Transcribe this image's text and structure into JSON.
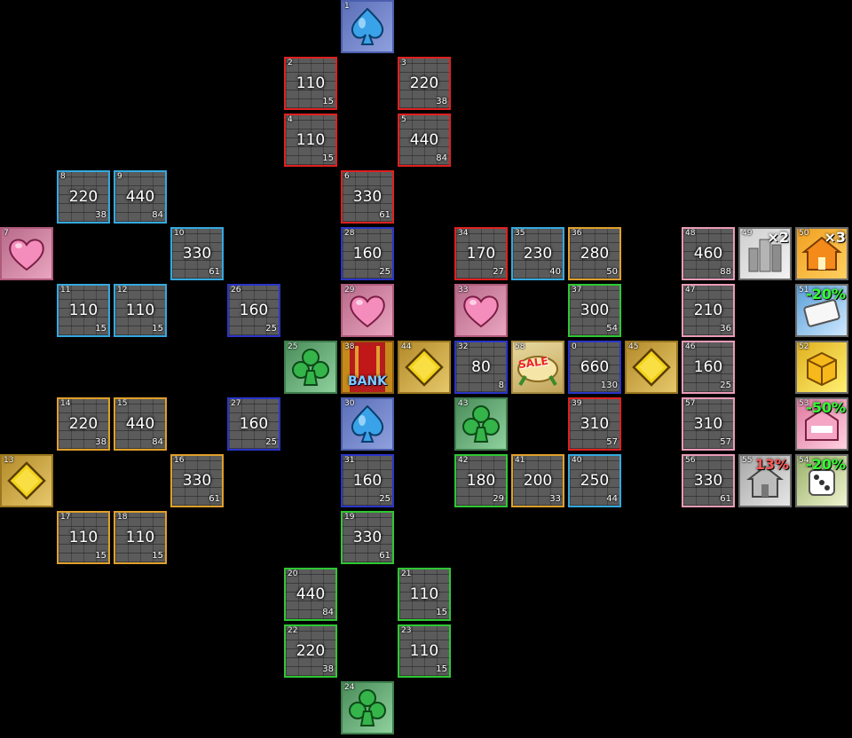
{
  "colors": {
    "red": "#e02020",
    "sky": "#34a9df",
    "navy": "#2a35c8",
    "gold": "#e0a02a",
    "green": "#2ec833",
    "pink": "#ec9bb8",
    "special_border": "#5a7"
  },
  "tiles": [
    {
      "num": "0",
      "kind": "property",
      "group": "navy",
      "price": "660",
      "toll": "130"
    },
    {
      "num": "1",
      "kind": "spade"
    },
    {
      "num": "2",
      "kind": "property",
      "group": "red",
      "price": "110",
      "toll": "15"
    },
    {
      "num": "3",
      "kind": "property",
      "group": "red",
      "price": "220",
      "toll": "38"
    },
    {
      "num": "4",
      "kind": "property",
      "group": "red",
      "price": "110",
      "toll": "15"
    },
    {
      "num": "5",
      "kind": "property",
      "group": "red",
      "price": "440",
      "toll": "84"
    },
    {
      "num": "6",
      "kind": "property",
      "group": "red",
      "price": "330",
      "toll": "61"
    },
    {
      "num": "7",
      "kind": "heart"
    },
    {
      "num": "8",
      "kind": "property",
      "group": "sky",
      "price": "220",
      "toll": "38"
    },
    {
      "num": "9",
      "kind": "property",
      "group": "sky",
      "price": "440",
      "toll": "84"
    },
    {
      "num": "10",
      "kind": "property",
      "group": "sky",
      "price": "330",
      "toll": "61"
    },
    {
      "num": "11",
      "kind": "property",
      "group": "sky",
      "price": "110",
      "toll": "15"
    },
    {
      "num": "12",
      "kind": "property",
      "group": "sky",
      "price": "110",
      "toll": "15"
    },
    {
      "num": "13",
      "kind": "diamond"
    },
    {
      "num": "14",
      "kind": "property",
      "group": "gold",
      "price": "220",
      "toll": "38"
    },
    {
      "num": "15",
      "kind": "property",
      "group": "gold",
      "price": "440",
      "toll": "84"
    },
    {
      "num": "16",
      "kind": "property",
      "group": "gold",
      "price": "330",
      "toll": "61"
    },
    {
      "num": "17",
      "kind": "property",
      "group": "gold",
      "price": "110",
      "toll": "15"
    },
    {
      "num": "18",
      "kind": "property",
      "group": "gold",
      "price": "110",
      "toll": "15"
    },
    {
      "num": "19",
      "kind": "property",
      "group": "green",
      "price": "330",
      "toll": "61"
    },
    {
      "num": "20",
      "kind": "property",
      "group": "green",
      "price": "440",
      "toll": "84"
    },
    {
      "num": "21",
      "kind": "property",
      "group": "green",
      "price": "110",
      "toll": "15"
    },
    {
      "num": "22",
      "kind": "property",
      "group": "green",
      "price": "220",
      "toll": "38"
    },
    {
      "num": "23",
      "kind": "property",
      "group": "green",
      "price": "110",
      "toll": "15"
    },
    {
      "num": "24",
      "kind": "club"
    },
    {
      "num": "25",
      "kind": "club"
    },
    {
      "num": "26",
      "kind": "property",
      "group": "navy",
      "price": "160",
      "toll": "25"
    },
    {
      "num": "27",
      "kind": "property",
      "group": "navy",
      "price": "160",
      "toll": "25"
    },
    {
      "num": "28",
      "kind": "property",
      "group": "navy",
      "price": "160",
      "toll": "25"
    },
    {
      "num": "29",
      "kind": "heart"
    },
    {
      "num": "30",
      "kind": "spade"
    },
    {
      "num": "31",
      "kind": "property",
      "group": "navy",
      "price": "160",
      "toll": "25"
    },
    {
      "num": "32",
      "kind": "property",
      "group": "navy",
      "price": "80",
      "toll": "8"
    },
    {
      "num": "33",
      "kind": "heart"
    },
    {
      "num": "34",
      "kind": "property",
      "group": "red",
      "price": "170",
      "toll": "27"
    },
    {
      "num": "35",
      "kind": "property",
      "group": "sky",
      "price": "230",
      "toll": "40"
    },
    {
      "num": "36",
      "kind": "property",
      "group": "gold",
      "price": "280",
      "toll": "50"
    },
    {
      "num": "37",
      "kind": "property",
      "group": "green",
      "price": "300",
      "toll": "54"
    },
    {
      "num": "38",
      "kind": "bank",
      "label": "BANK"
    },
    {
      "num": "39",
      "kind": "property",
      "group": "red",
      "price": "310",
      "toll": "57"
    },
    {
      "num": "40",
      "kind": "property",
      "group": "sky",
      "price": "250",
      "toll": "44"
    },
    {
      "num": "41",
      "kind": "property",
      "group": "gold",
      "price": "200",
      "toll": "33"
    },
    {
      "num": "42",
      "kind": "property",
      "group": "green",
      "price": "180",
      "toll": "29"
    },
    {
      "num": "43",
      "kind": "club"
    },
    {
      "num": "44",
      "kind": "diamond"
    },
    {
      "num": "45",
      "kind": "diamond"
    },
    {
      "num": "46",
      "kind": "property",
      "group": "pink",
      "price": "160",
      "toll": "25"
    },
    {
      "num": "47",
      "kind": "property",
      "group": "pink",
      "price": "210",
      "toll": "36"
    },
    {
      "num": "48",
      "kind": "property",
      "group": "pink",
      "price": "460",
      "toll": "88"
    },
    {
      "num": "49",
      "kind": "city",
      "badge": "×2",
      "badge_color": "white"
    },
    {
      "num": "50",
      "kind": "house",
      "badge": "×3",
      "badge_color": "white"
    },
    {
      "num": "51",
      "kind": "coupon",
      "badge": "-20%",
      "badge_color": "green"
    },
    {
      "num": "52",
      "kind": "box"
    },
    {
      "num": "53",
      "kind": "shop",
      "badge": "-50%",
      "badge_color": "green"
    },
    {
      "num": "54",
      "kind": "dice",
      "badge": "-20%",
      "badge_color": "green"
    },
    {
      "num": "55",
      "kind": "house-grey",
      "badge": "13%",
      "badge_color": "red"
    },
    {
      "num": "56",
      "kind": "property",
      "group": "pink",
      "price": "330",
      "toll": "61"
    },
    {
      "num": "57",
      "kind": "property",
      "group": "pink",
      "price": "310",
      "toll": "57"
    },
    {
      "num": "58",
      "kind": "sale",
      "label": "SALE"
    }
  ]
}
